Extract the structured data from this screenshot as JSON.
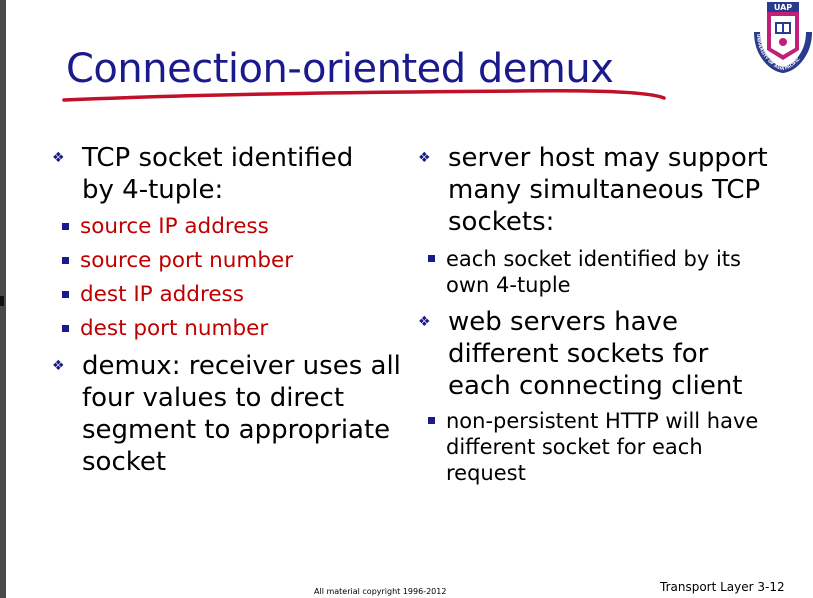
{
  "slide": {
    "title": "Connection-oriented demux",
    "accent_title": "#1a1a8c",
    "accent_red": "#c00000",
    "underline_color": "#c0102a"
  },
  "left_column": {
    "bullets": [
      {
        "text": "TCP socket identified by 4-tuple:",
        "sub_items": [
          "source IP address",
          "source port number",
          "dest IP address",
          "dest port number"
        ]
      },
      {
        "text": "demux: receiver uses all four values to direct segment to appropriate socket",
        "sub_items": []
      }
    ]
  },
  "right_column": {
    "bullets": [
      {
        "text": "server host may support many simultaneous TCP sockets:",
        "sub_items": [
          "each socket identified by its own 4-tuple"
        ]
      },
      {
        "text": "web servers have different sockets for each connecting client",
        "sub_items": [
          "non-persistent HTTP will have different socket for each request"
        ]
      }
    ]
  },
  "logo": {
    "icon": "university-crest-icon",
    "abbrev": "UAP",
    "ring_text": "UNIVERSITY OF ASIA PACIFIC"
  },
  "footer": {
    "copyright": "All material copyright 1996-2012",
    "page_label": "Transport Layer 3-12"
  }
}
